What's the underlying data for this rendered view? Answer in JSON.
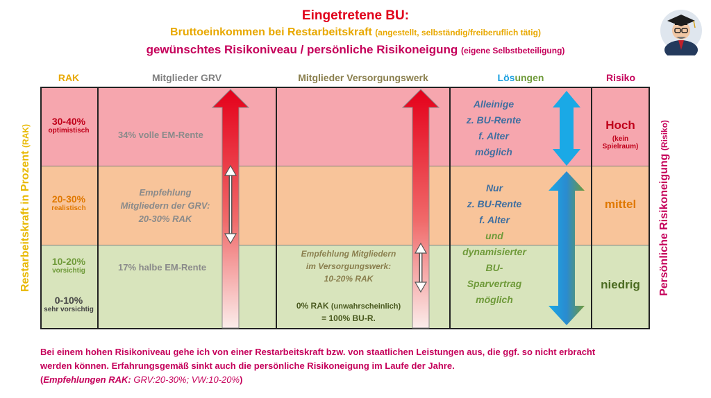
{
  "header": {
    "title": "Eingetretene BU:",
    "line2_main": "Bruttoeinkommen bei Restarbeitskraft",
    "line2_note": "(angestellt, selbständig/freiberuflich tätig)",
    "line3_main": "gewünschtes Risikoniveau / persönliche Risikoneigung",
    "line3_note": "(eigene Selbstbeteiligung)"
  },
  "columns": {
    "rak": "RAK",
    "grv": "Mitglieder GRV",
    "vw": "Mitglieder Versorgungswerk",
    "loesungen_a": "Lös",
    "loesungen_b": "ungen",
    "risiko": "Risiko"
  },
  "side_labels": {
    "left_main": "Restarbeitskraft in Prozent",
    "left_note": "(RAK)",
    "right_main": "Persönliche Risikoneigung",
    "right_note": "(Risiko)"
  },
  "rows": {
    "high": {
      "pct": "30-40%",
      "desc": "optimistisch",
      "grv": "34% volle EM-Rente",
      "loesung": [
        "Alleinige",
        "z. BU-Rente",
        "f. Alter",
        "möglich"
      ],
      "risk": "Hoch",
      "risk_note": [
        "(kein",
        "Spielraum)"
      ]
    },
    "mid": {
      "pct": "20-30%",
      "desc": "realistisch",
      "grv": [
        "Empfehlung",
        "Mitgliedern der GRV:",
        "20-30% RAK"
      ],
      "loesung": [
        "Nur",
        "z. BU-Rente",
        "f. Alter"
      ],
      "risk": "mittel"
    },
    "low": {
      "pct": "10-20%",
      "desc": "vorsichtig",
      "pct2": "0-10%",
      "desc2": "sehr vorsichtig",
      "grv": "17% halbe EM-Rente",
      "vw": [
        "Empfehlung Mitgliedern",
        "im Versorgungswerk:",
        "10-20% RAK"
      ],
      "vw_zero_a": "0% RAK",
      "vw_zero_b": "(unwahrscheinlich)",
      "vw_zero_c": "= 100% BU-R.",
      "loesung": [
        "und",
        "dynamisierter",
        "BU-",
        "Sparvertrag",
        "möglich"
      ],
      "risk": "niedrig"
    }
  },
  "footer": {
    "line1": "Bei einem hohen Risikoniveau gehe ich von einer Restarbeitskraft bzw. von staatlichen Leistungen aus, die ggf. so nicht erbracht",
    "line2": "werden können. Erfahrungsgemäß sinkt auch die persönliche Risikoneigung im Laufe der Jahre.",
    "line3_a": "(",
    "line3_b": "Empfehlungen RAK:",
    "line3_c": "GRV:20-30%; VW:10-20%",
    "line3_d": ")"
  },
  "colors": {
    "high": "#f6a6ae",
    "mid": "#f8c49a",
    "low": "#d8e4bc",
    "red": "#e0001a",
    "magenta": "#c5005a",
    "orange": "#e8a800",
    "blue": "#1aa0e0",
    "green": "#6f9a3a"
  }
}
